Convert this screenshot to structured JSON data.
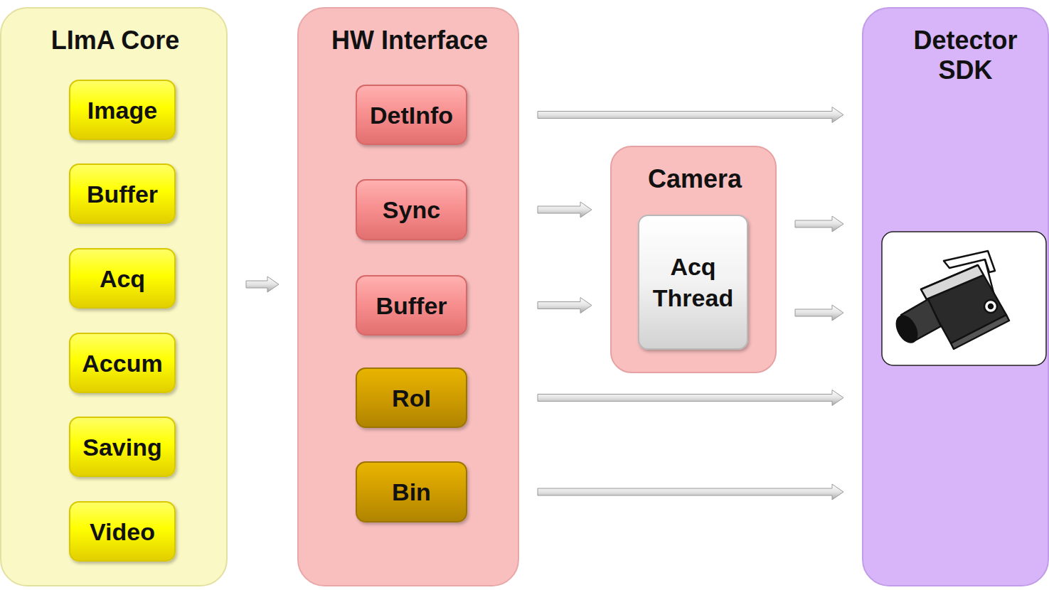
{
  "diagram": {
    "nodes": [
      {
        "text": [
          "LImA Core"
        ]
      },
      {
        "text": [
          "Image"
        ],
        "in": 0
      },
      {
        "text": [
          "Buffer"
        ],
        "in": 0
      },
      {
        "text": [
          "Acq"
        ],
        "in": 0
      },
      {
        "text": [
          "Accum"
        ],
        "in": 0
      },
      {
        "text": [
          "Saving"
        ],
        "in": 0
      },
      {
        "text": [
          "Video"
        ],
        "in": 0
      },
      {
        "text": [
          "HW Interface"
        ]
      },
      {
        "text": [
          "DetInfo"
        ],
        "in": 7
      },
      {
        "text": [
          "Sync"
        ],
        "in": 7
      },
      {
        "text": [
          "Buffer"
        ],
        "in": 7
      },
      {
        "text": [
          "RoI"
        ],
        "in": 7
      },
      {
        "text": [
          "Bin"
        ],
        "in": 7
      },
      {
        "text": [
          "Camera"
        ]
      },
      {
        "text": [
          "Acq Thread"
        ],
        "in": 13
      },
      {
        "text": [
          "Detector SDK"
        ]
      }
    ],
    "edges": [
      {
        "from": 0,
        "to": 7,
        "arrow": "to"
      },
      {
        "from": 8,
        "to": 15,
        "arrow": "to"
      },
      {
        "from": 9,
        "to": 13,
        "arrow": "to"
      },
      {
        "from": 10,
        "to": 13,
        "arrow": "to"
      },
      {
        "from": 13,
        "to": 15,
        "arrow": "to"
      },
      {
        "from": 13,
        "to": 15,
        "arrow": "to"
      },
      {
        "from": 11,
        "to": 15,
        "arrow": "to"
      },
      {
        "from": 12,
        "to": 15,
        "arrow": "to"
      }
    ]
  }
}
